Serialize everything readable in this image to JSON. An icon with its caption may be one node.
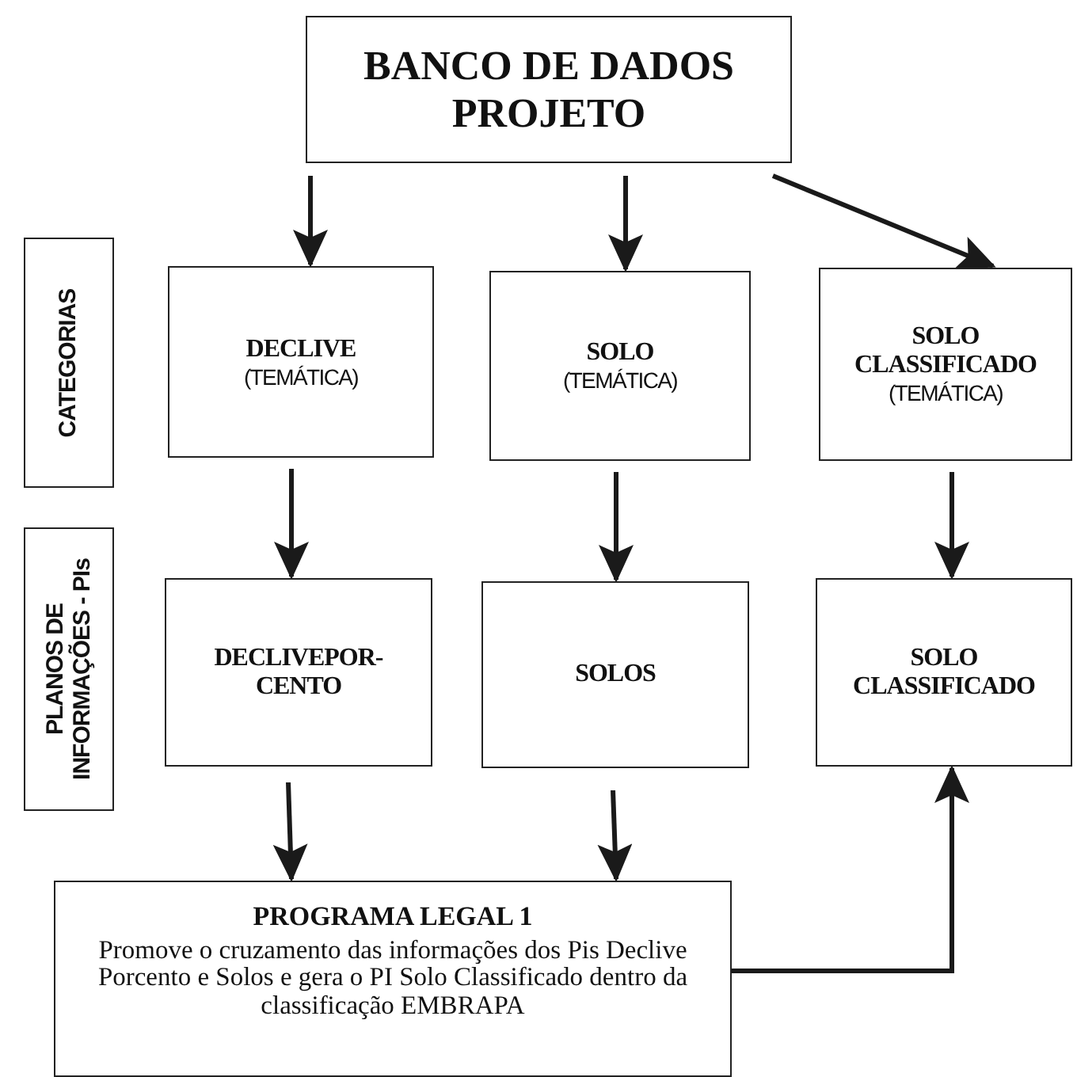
{
  "diagram": {
    "nodes": [
      {
        "text": [
          "BANCO DE DADOS PROJETO"
        ]
      },
      {
        "text": [
          "CATEGORIAS"
        ]
      },
      {
        "text": [
          "PLANOS DE INFORMAÇÕES - PIs"
        ]
      },
      {
        "text": [
          "DECLIVE",
          "(TEMÁTICA)"
        ]
      },
      {
        "text": [
          "SOLO",
          "(TEMÁTICA)"
        ]
      },
      {
        "text": [
          "SOLO CLASSIFICADO",
          "(TEMÁTICA)"
        ]
      },
      {
        "text": [
          "DECLIVEPOR-CENTO"
        ]
      },
      {
        "text": [
          "SOLOS"
        ]
      },
      {
        "text": [
          "SOLO CLASSIFICADO"
        ]
      },
      {
        "text": [
          "PROGRAMA LEGAL 1",
          "Promove o cruzamento das informações dos Pis Declive Porcento e Solos e gera o PI Solo Classificado dentro da classificação EMBRAPA"
        ]
      }
    ],
    "edges": [
      {
        "from": 0,
        "to": 3,
        "arrow": "to"
      },
      {
        "from": 0,
        "to": 4,
        "arrow": "to"
      },
      {
        "from": 0,
        "to": 5,
        "arrow": "to"
      },
      {
        "from": 3,
        "to": 6,
        "arrow": "to"
      },
      {
        "from": 4,
        "to": 7,
        "arrow": "to"
      },
      {
        "from": 5,
        "to": 8,
        "arrow": "to"
      },
      {
        "from": 6,
        "to": 9,
        "arrow": "to"
      },
      {
        "from": 7,
        "to": 9,
        "arrow": "to"
      },
      {
        "from": 9,
        "to": 8,
        "arrow": "to"
      }
    ]
  }
}
